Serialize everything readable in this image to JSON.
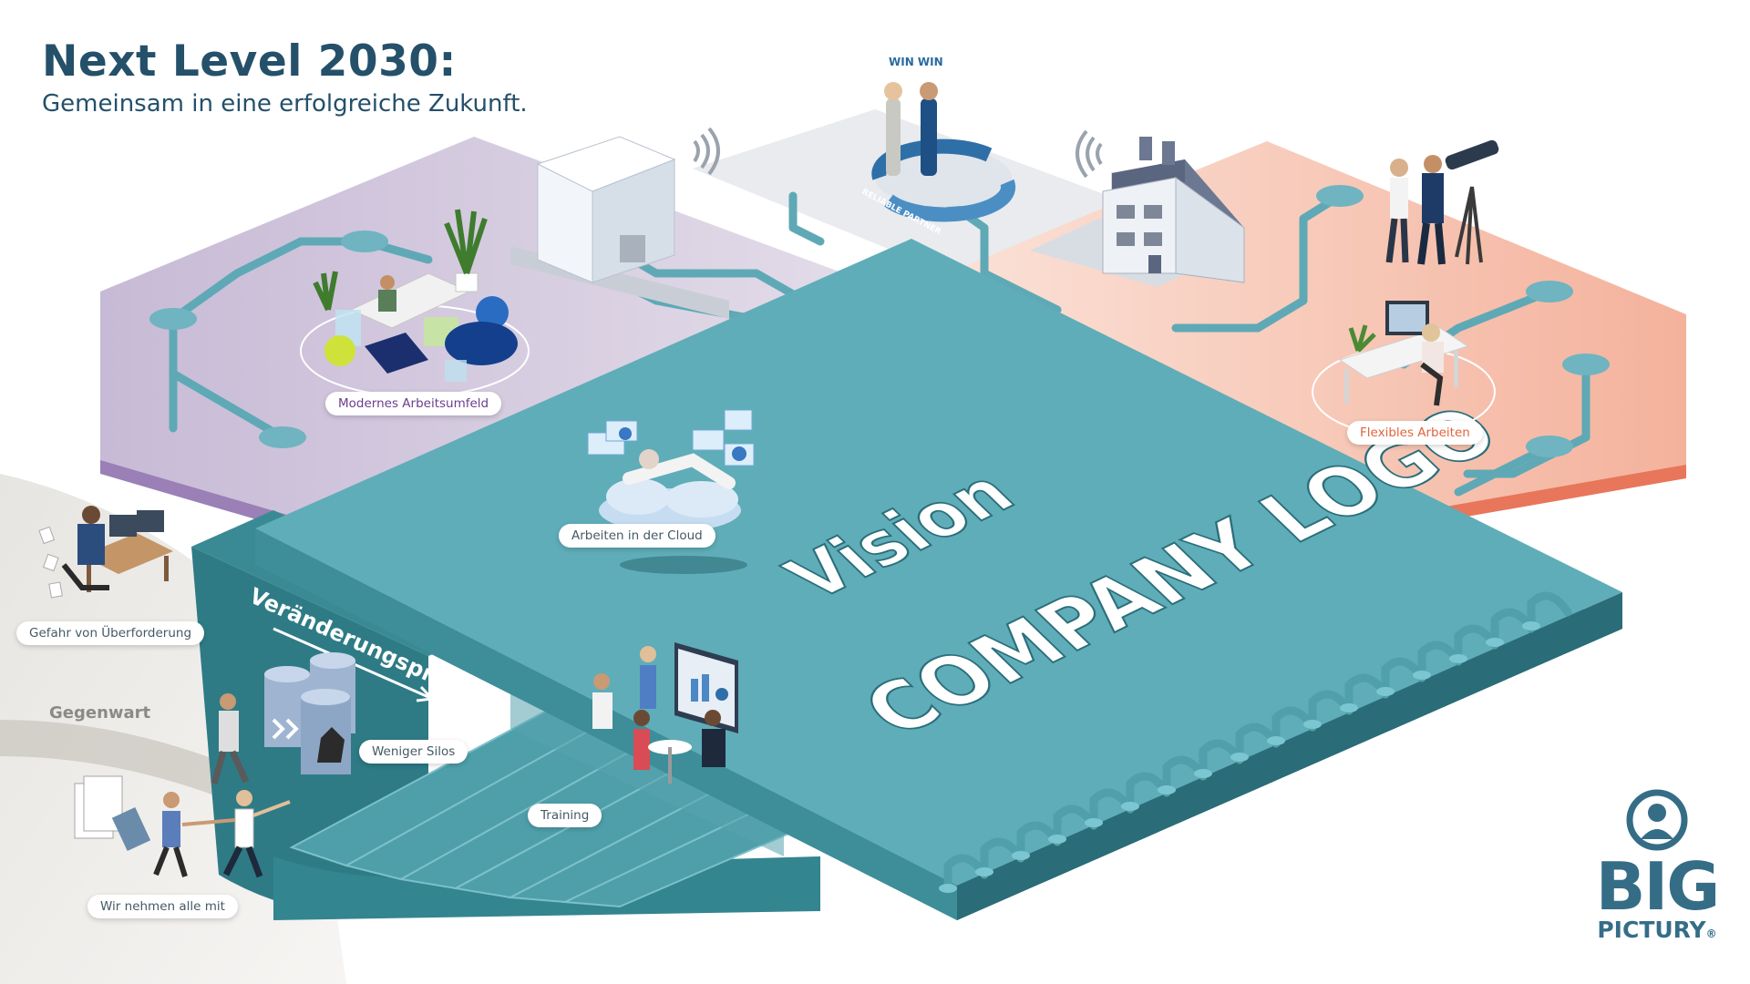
{
  "header": {
    "title": "Next Level 2030:",
    "subtitle": "Gemeinsam in eine erfolgreiche Zukunft."
  },
  "platform": {
    "vision": "Vision",
    "company_logo": "COMPANY LOGO",
    "process": "Veränderungsprozess"
  },
  "labels": {
    "modernes_arbeitsumfeld": "Modernes Arbeitsumfeld",
    "flexibles_arbeiten": "Flexibles Arbeiten",
    "arbeiten_cloud": "Arbeiten in der Cloud",
    "ueberforderung": "Gefahr von Überforderung",
    "gegenwart": "Gegenwart",
    "weniger_silos": "Weniger Silos",
    "training": "Training",
    "wir_nehmen": "Wir nehmen alle mit"
  },
  "badges": {
    "win_win": "WIN WIN",
    "reliable_partner": "RELIABLE PARTNER"
  },
  "logo": {
    "line1": "BIG",
    "line2": "PICTURY",
    "mark": "®"
  },
  "colors": {
    "teal": "#5aa5b3",
    "teal_dark": "#2f7884",
    "purple": "#cbbfda",
    "salmon": "#f6c4b2",
    "navy": "#24506a"
  }
}
